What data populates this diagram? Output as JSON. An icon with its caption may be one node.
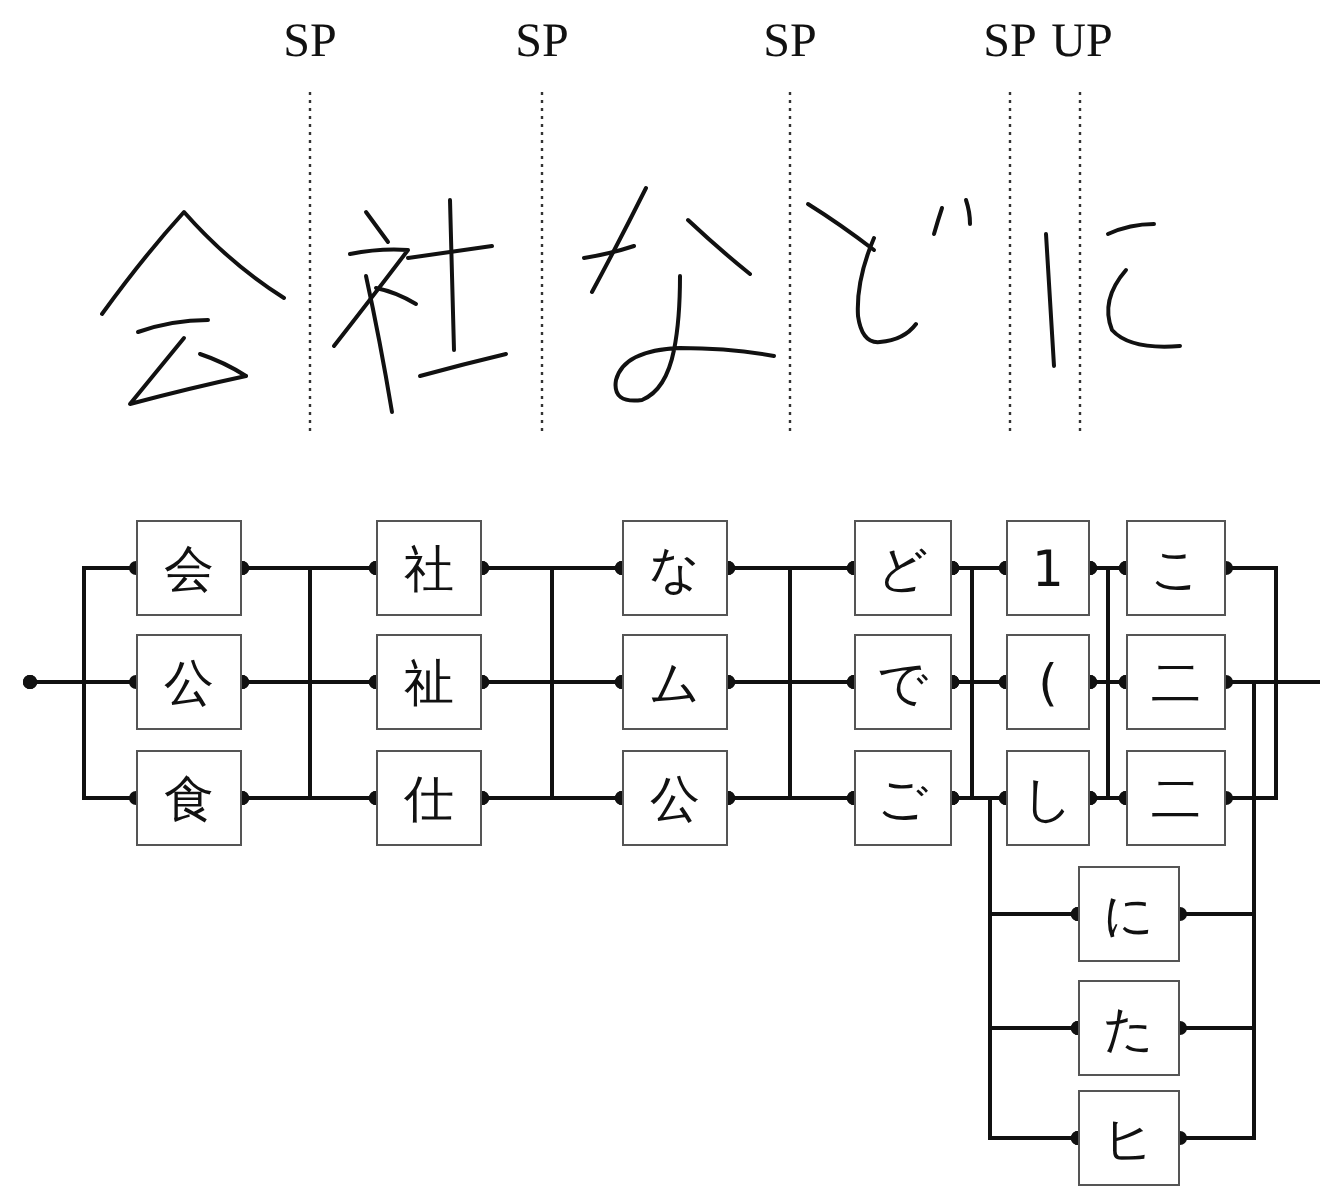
{
  "diagram": {
    "nodes": [
      {
        "text": [
          "会"
        ]
      },
      {
        "text": [
          "公"
        ]
      },
      {
        "text": [
          "食"
        ]
      },
      {
        "text": [
          "社"
        ]
      },
      {
        "text": [
          "祉"
        ]
      },
      {
        "text": [
          "仕"
        ]
      },
      {
        "text": [
          "な"
        ]
      },
      {
        "text": [
          "ム"
        ]
      },
      {
        "text": [
          "公"
        ]
      },
      {
        "text": [
          "ど"
        ]
      },
      {
        "text": [
          "で"
        ]
      },
      {
        "text": [
          "ご"
        ]
      },
      {
        "text": [
          "1"
        ]
      },
      {
        "text": [
          "("
        ]
      },
      {
        "text": [
          "し"
        ]
      },
      {
        "text": [
          "こ"
        ]
      },
      {
        "text": [
          "二"
        ]
      },
      {
        "text": [
          "二"
        ]
      },
      {
        "text": [
          "に"
        ]
      },
      {
        "text": [
          "た"
        ]
      },
      {
        "text": [
          "ヒ"
        ]
      }
    ],
    "edges": [
      {
        "from": null,
        "to": 0,
        "arrow": "other"
      },
      {
        "from": null,
        "to": 1,
        "arrow": "other"
      },
      {
        "from": null,
        "to": 2,
        "arrow": "other"
      },
      {
        "from": 0,
        "to": 3,
        "arrow": "other"
      },
      {
        "from": 0,
        "to": 4,
        "arrow": "other"
      },
      {
        "from": 0,
        "to": 5,
        "arrow": "other"
      },
      {
        "from": 1,
        "to": 3,
        "arrow": "other"
      },
      {
        "from": 1,
        "to": 4,
        "arrow": "other"
      },
      {
        "from": 1,
        "to": 5,
        "arrow": "other"
      },
      {
        "from": 2,
        "to": 3,
        "arrow": "other"
      },
      {
        "from": 2,
        "to": 4,
        "arrow": "other"
      },
      {
        "from": 2,
        "to": 5,
        "arrow": "other"
      },
      {
        "from": 3,
        "to": 6,
        "arrow": "other"
      },
      {
        "from": 3,
        "to": 7,
        "arrow": "other"
      },
      {
        "from": 3,
        "to": 8,
        "arrow": "other"
      },
      {
        "from": 4,
        "to": 6,
        "arrow": "other"
      },
      {
        "from": 4,
        "to": 7,
        "arrow": "other"
      },
      {
        "from": 4,
        "to": 8,
        "arrow": "other"
      },
      {
        "from": 5,
        "to": 6,
        "arrow": "other"
      },
      {
        "from": 5,
        "to": 7,
        "arrow": "other"
      },
      {
        "from": 5,
        "to": 8,
        "arrow": "other"
      },
      {
        "from": 6,
        "to": 9,
        "arrow": "other"
      },
      {
        "from": 6,
        "to": 10,
        "arrow": "other"
      },
      {
        "from": 6,
        "to": 11,
        "arrow": "other"
      },
      {
        "from": 7,
        "to": 9,
        "arrow": "other"
      },
      {
        "from": 7,
        "to": 10,
        "arrow": "other"
      },
      {
        "from": 7,
        "to": 11,
        "arrow": "other"
      },
      {
        "from": 8,
        "to": 9,
        "arrow": "other"
      },
      {
        "from": 8,
        "to": 10,
        "arrow": "other"
      },
      {
        "from": 8,
        "to": 11,
        "arrow": "other"
      },
      {
        "from": 9,
        "to": 12,
        "arrow": "other"
      },
      {
        "from": 9,
        "to": 13,
        "arrow": "other"
      },
      {
        "from": 9,
        "to": 14,
        "arrow": "other"
      },
      {
        "from": 10,
        "to": 12,
        "arrow": "other"
      },
      {
        "from": 10,
        "to": 13,
        "arrow": "other"
      },
      {
        "from": 10,
        "to": 14,
        "arrow": "other"
      },
      {
        "from": 11,
        "to": 12,
        "arrow": "other"
      },
      {
        "from": 11,
        "to": 13,
        "arrow": "other"
      },
      {
        "from": 11,
        "to": 14,
        "arrow": "other"
      },
      {
        "from": 9,
        "to": 18,
        "arrow": "other"
      },
      {
        "from": 9,
        "to": 19,
        "arrow": "other"
      },
      {
        "from": 9,
        "to": 20,
        "arrow": "other"
      },
      {
        "from": 10,
        "to": 18,
        "arrow": "other"
      },
      {
        "from": 10,
        "to": 19,
        "arrow": "other"
      },
      {
        "from": 10,
        "to": 20,
        "arrow": "other"
      },
      {
        "from": 11,
        "to": 18,
        "arrow": "other"
      },
      {
        "from": 11,
        "to": 19,
        "arrow": "other"
      },
      {
        "from": 11,
        "to": 20,
        "arrow": "other"
      },
      {
        "from": 12,
        "to": 15,
        "arrow": "other"
      },
      {
        "from": 12,
        "to": 16,
        "arrow": "other"
      },
      {
        "from": 12,
        "to": 17,
        "arrow": "other"
      },
      {
        "from": 13,
        "to": 15,
        "arrow": "other"
      },
      {
        "from": 13,
        "to": 16,
        "arrow": "other"
      },
      {
        "from": 13,
        "to": 17,
        "arrow": "other"
      },
      {
        "from": 14,
        "to": 15,
        "arrow": "other"
      },
      {
        "from": 14,
        "to": 16,
        "arrow": "other"
      },
      {
        "from": 14,
        "to": 17,
        "arrow": "other"
      },
      {
        "from": 15,
        "to": null,
        "arrow": "other"
      },
      {
        "from": 16,
        "to": null,
        "arrow": "other"
      },
      {
        "from": 17,
        "to": null,
        "arrow": "other"
      },
      {
        "from": 18,
        "to": null,
        "arrow": "other"
      },
      {
        "from": 19,
        "to": null,
        "arrow": "other"
      },
      {
        "from": 20,
        "to": null,
        "arrow": "other"
      }
    ],
    "labels": [
      "SP",
      "SP",
      "SP",
      "SP",
      "UP"
    ]
  }
}
